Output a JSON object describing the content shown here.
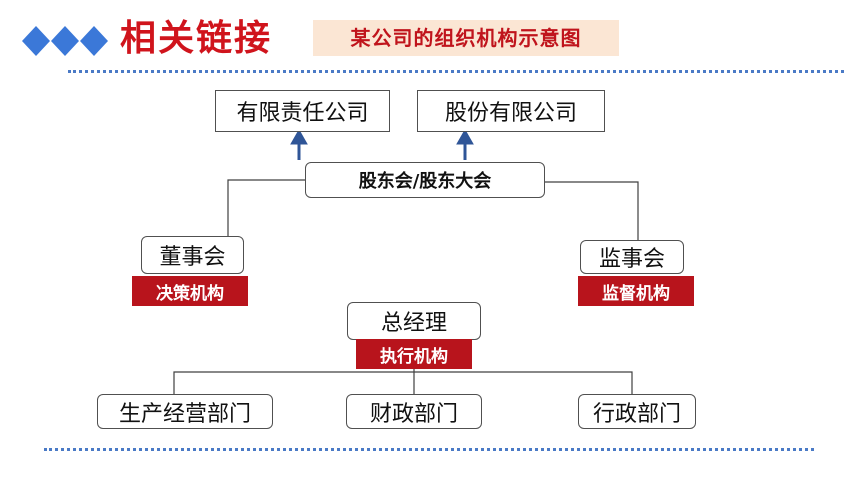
{
  "header": {
    "title": "相关链接",
    "subtitle": "某公司的组织机构示意图"
  },
  "diagram": {
    "company_types": [
      "有限责任公司",
      "股份有限公司"
    ],
    "shareholders": "股东会/股东大会",
    "board": "董事会",
    "board_role": "决策机构",
    "supervisors": "监事会",
    "supervisors_role": "监督机构",
    "manager": "总经理",
    "manager_role": "执行机构",
    "departments": [
      "生产经营部门",
      "财政部门",
      "行政部门"
    ]
  },
  "colors": {
    "accent_red": "#d0141c",
    "tag_red": "#b8141c",
    "arrow_blue": "#2f5597",
    "diamond_blue": "#3b78d8",
    "subtitle_bg": "#fbe6d4"
  }
}
